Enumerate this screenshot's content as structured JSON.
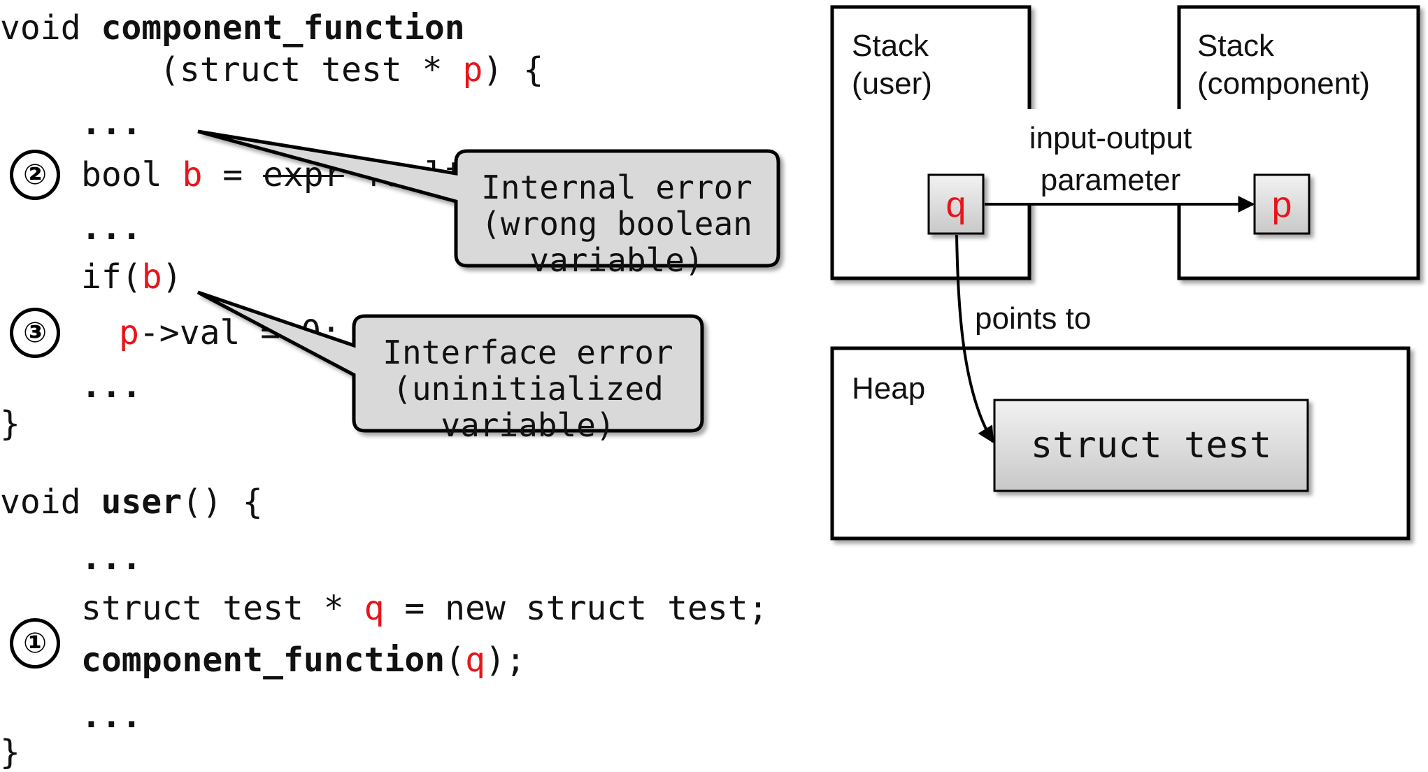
{
  "code": {
    "func_void": "void ",
    "func_name": "component_function",
    "param_open": "(struct test * ",
    "param_var": "p",
    "param_close": ") {",
    "ellipsis": "...",
    "bool_kw": "bool ",
    "bool_var": "b",
    "bool_assign": " = ",
    "bool_struck": "expr",
    "bool_rest": " faulty_expr;",
    "if_open": "if(",
    "if_var": "b",
    "if_close": ")",
    "assign_var": "p",
    "assign_rest": "->val = 0;",
    "close_brace": "}",
    "user_void": "void ",
    "user_name": "user",
    "user_rest": "() {",
    "decl_start": "struct test * ",
    "decl_var": "q",
    "decl_rest": " = new struct test;",
    "call_name": "component_function",
    "call_open": "(",
    "call_var": "q",
    "call_close": ");"
  },
  "markers": {
    "one": "①",
    "two": "②",
    "three": "③"
  },
  "callouts": {
    "internal": [
      "Internal error",
      "(wrong boolean",
      "variable)"
    ],
    "interface": [
      "Interface error",
      "(uninitialized",
      "variable)"
    ]
  },
  "memory": {
    "stack_user": [
      "Stack",
      "(user)"
    ],
    "stack_component": [
      "Stack",
      "(component)"
    ],
    "pointer_q": "q",
    "pointer_p": "p",
    "edge_param": [
      "input-output",
      "parameter"
    ],
    "edge_points": "points to",
    "heap": "Heap",
    "struct_box": "struct test"
  },
  "colors": {
    "variable": "#e8141b",
    "callout_fill": "#d9d9d9",
    "box_gradient_top": "#f2f2f2",
    "box_gradient_bottom": "#c8c8c8"
  }
}
